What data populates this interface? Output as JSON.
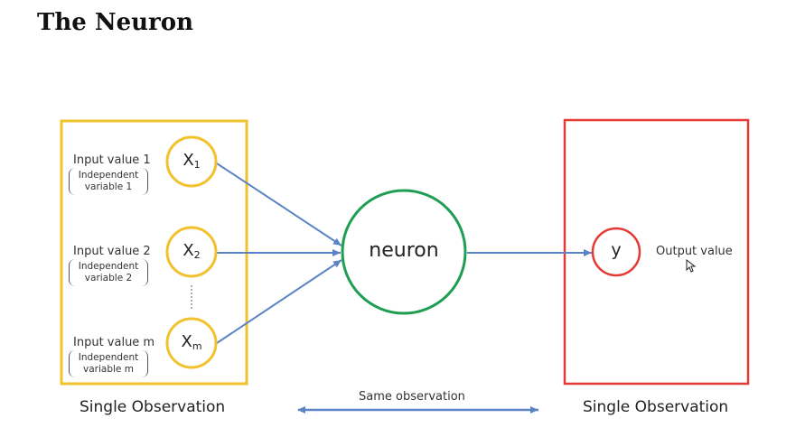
{
  "title": "The Neuron",
  "inputs": [
    {
      "label": "Input value 1",
      "desc_line1": "Independent",
      "desc_line2": "variable 1",
      "node_base": "X",
      "node_sub": "1"
    },
    {
      "label": "Input value 2",
      "desc_line1": "Independent",
      "desc_line2": "variable 2",
      "node_base": "X",
      "node_sub": "2"
    },
    {
      "label": "Input value m",
      "desc_line1": "Independent",
      "desc_line2": "variable m",
      "node_base": "X",
      "node_sub": "m"
    }
  ],
  "neuron_label": "neuron",
  "output": {
    "node": "y",
    "label": "Output value"
  },
  "captions": {
    "left": "Single Observation",
    "right": "Single Observation",
    "middle": "Same observation"
  },
  "colors": {
    "input_box": "#F2C12E",
    "input_nodes": "#F2C12E",
    "neuron": "#1E9E52",
    "output_box": "#E53935",
    "output_node": "#E53935",
    "arrows": "#5B84C4"
  }
}
